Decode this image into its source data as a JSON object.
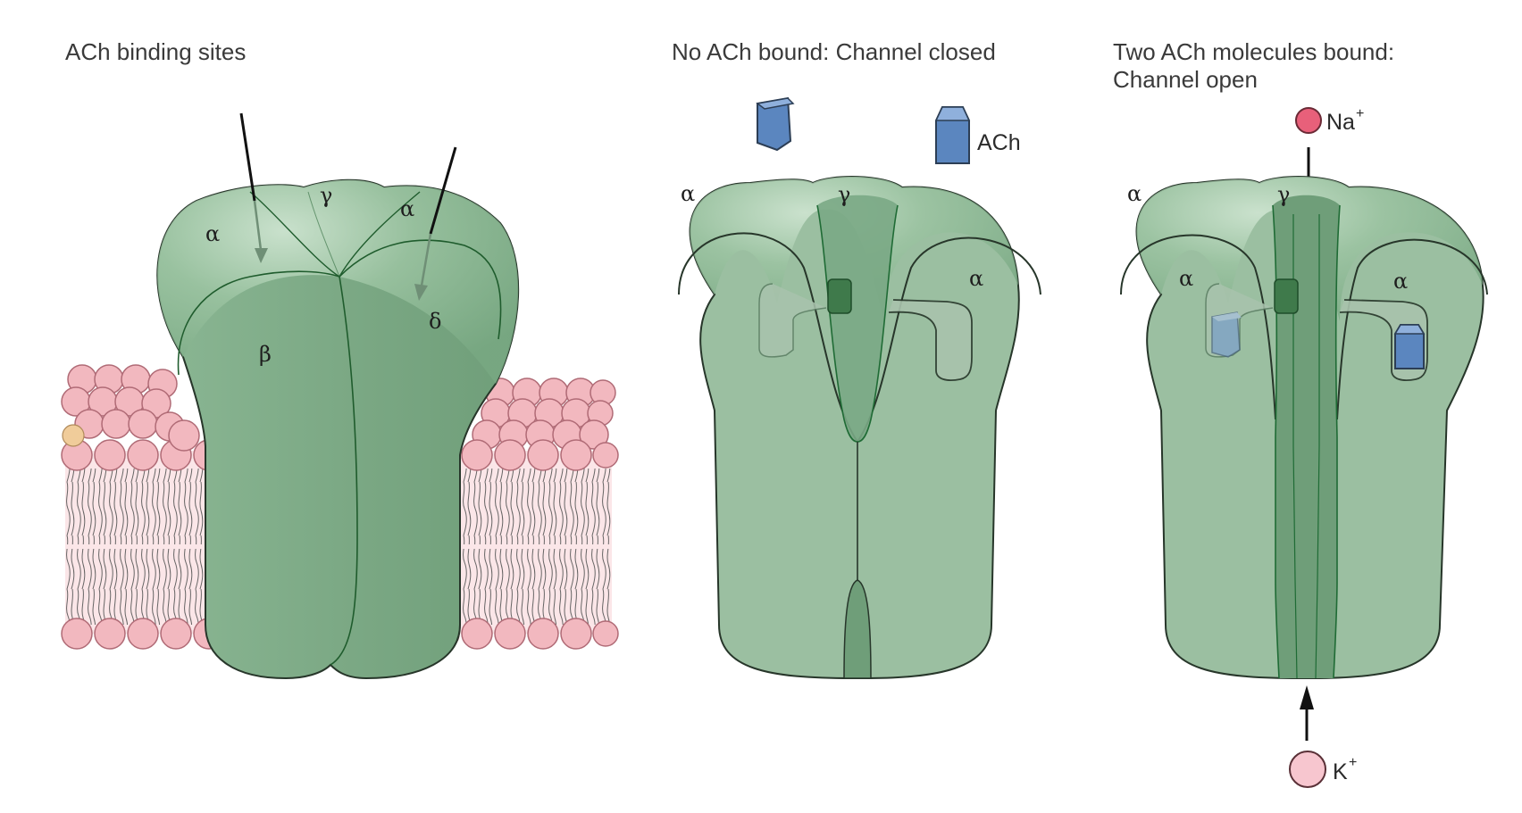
{
  "panels": {
    "binding": {
      "title": "ACh binding sites",
      "subunits": {
        "alpha_left": "α",
        "gamma": "γ",
        "alpha_right": "α",
        "beta": "β",
        "delta": "δ"
      }
    },
    "closed": {
      "title": "No ACh bound: Channel closed",
      "subunits": {
        "alpha_top": "α",
        "gamma": "γ",
        "alpha_right": "α"
      },
      "ligand_label": "ACh"
    },
    "open": {
      "title_line1": "Two ACh molecules bound:",
      "title_line2": "Channel open",
      "subunits": {
        "alpha_top": "α",
        "gamma": "γ",
        "alpha_left": "α",
        "alpha_right": "α"
      },
      "ion_in": {
        "symbol": "Na",
        "charge": "+"
      },
      "ion_out": {
        "symbol": "K",
        "charge": "+"
      }
    }
  },
  "colors": {
    "protein": "#8fb896",
    "protein_dark": "#6f9c78",
    "protein_outline": "#2a3a2d",
    "pore_line": "#1f6b35",
    "membrane_head": "#f2b8bf",
    "ach": "#5b86bf",
    "na_ion": "#e8607a",
    "k_ion": "#f7c6cf"
  }
}
